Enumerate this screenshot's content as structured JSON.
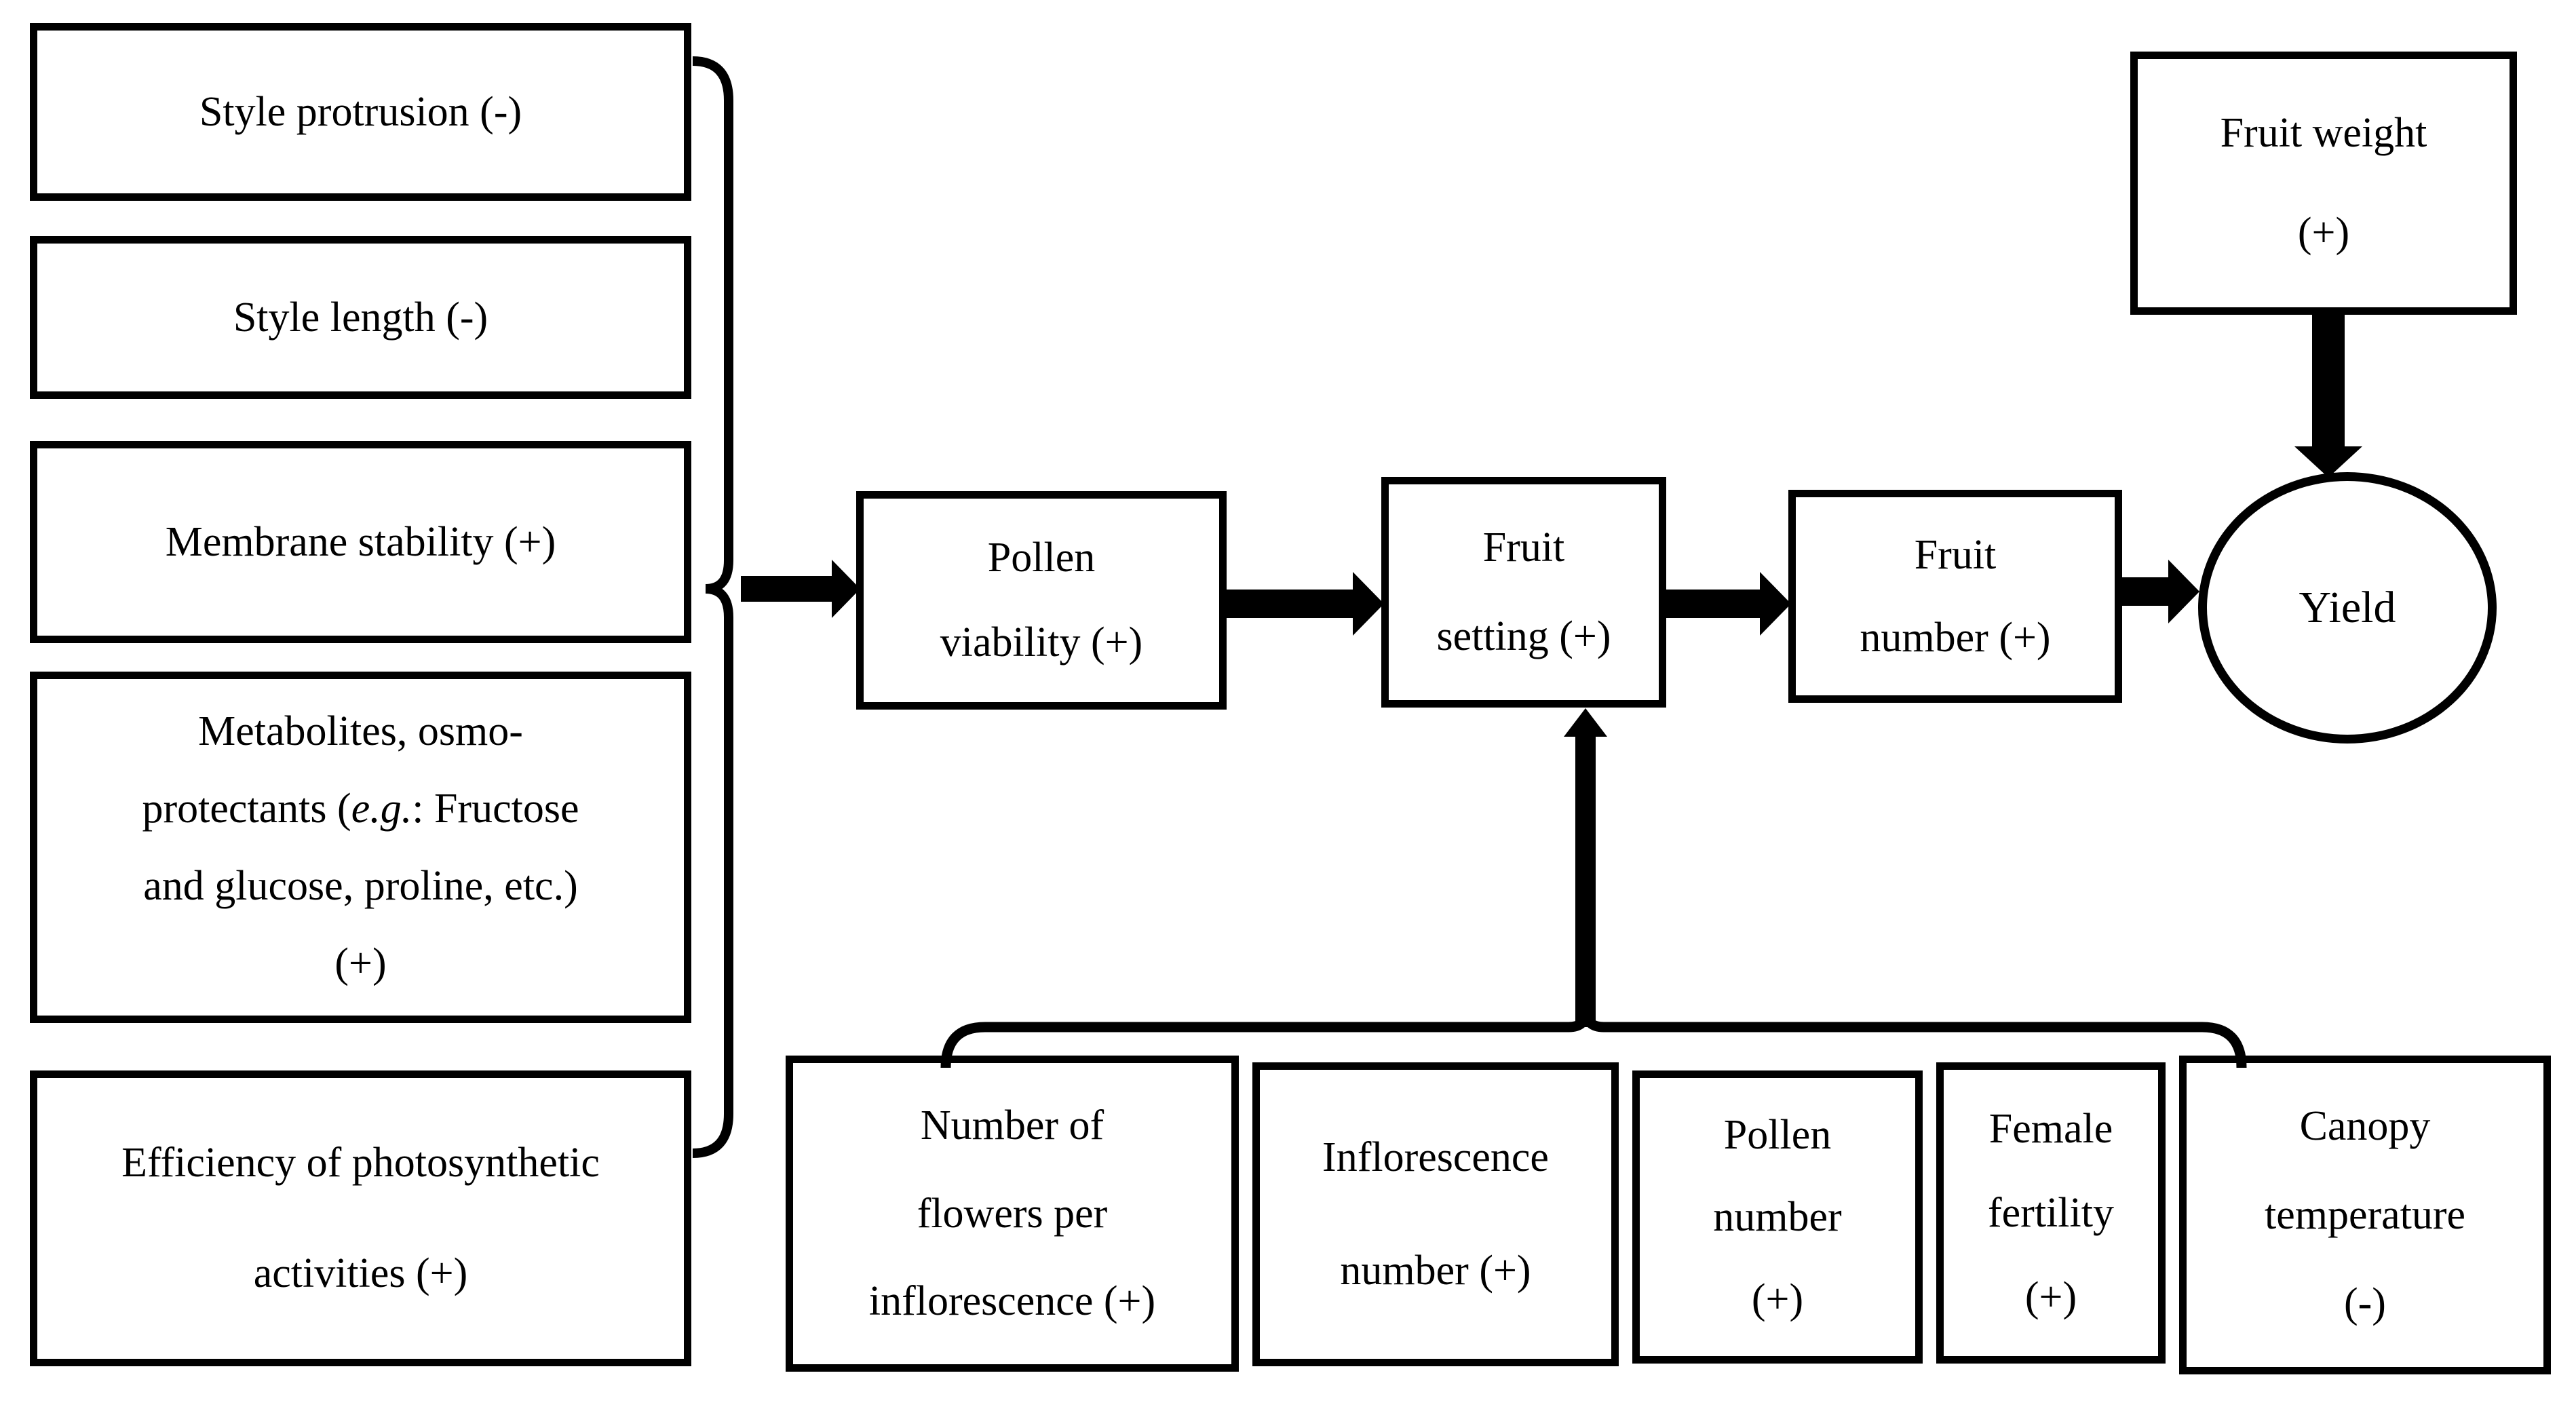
{
  "diagram": {
    "colors": {
      "ink": "#000000",
      "background": "#ffffff"
    },
    "nodes": {
      "style_protrusion": {
        "text": "Style protrusion (-)",
        "lines": [
          "Style protrusion (-)"
        ]
      },
      "style_length": {
        "text": "Style length (-)",
        "lines": [
          "Style length (-)"
        ]
      },
      "membrane_stability": {
        "text": "Membrane stability (+)",
        "lines": [
          "Membrane stability (+)"
        ]
      },
      "metabolites_osmoprotectants": {
        "text": "Metabolites, osmo-protectants (e.g.: Fructose and glucose, proline, etc.) (+)",
        "lines": [
          "Metabolites, osmo-",
          [
            {
              "text": "protectants ("
            },
            {
              "text": "e.g.",
              "italic": true
            },
            {
              "text": ": Fructose"
            }
          ],
          "and glucose, proline, etc.)",
          "(+)"
        ]
      },
      "photosynthetic_efficiency": {
        "text": "Efficiency of photosynthetic activities (+)",
        "lines": [
          "Efficiency of photosynthetic",
          "activities (+)"
        ]
      },
      "pollen_viability": {
        "text": "Pollen viability (+)",
        "lines": [
          "Pollen",
          "viability (+)"
        ]
      },
      "fruit_setting": {
        "text": "Fruit setting (+)",
        "lines": [
          "Fruit",
          "setting (+)"
        ]
      },
      "fruit_number": {
        "text": "Fruit number (+)",
        "lines": [
          "Fruit",
          "number (+)"
        ]
      },
      "fruit_weight": {
        "text": "Fruit weight (+)",
        "lines": [
          "Fruit weight",
          "(+)"
        ]
      },
      "yield": {
        "text": "Yield",
        "lines": [
          "Yield"
        ]
      },
      "flowers_per_inflorescence": {
        "text": "Number of flowers per inflorescence (+)",
        "lines": [
          "Number of",
          "flowers per",
          "inflorescence (+)"
        ]
      },
      "inflorescence_number": {
        "text": "Inflorescence number (+)",
        "lines": [
          "Inflorescence",
          "number (+)"
        ]
      },
      "pollen_number": {
        "text": "Pollen number (+)",
        "lines": [
          "Pollen",
          "number",
          "(+)"
        ]
      },
      "female_fertility": {
        "text": "Female fertility (+)",
        "lines": [
          "Female",
          "fertility",
          "(+)"
        ]
      },
      "canopy_temperature": {
        "text": "Canopy temperature (-)",
        "lines": [
          "Canopy",
          "temperature",
          "(-)"
        ]
      }
    },
    "edges": [
      {
        "from": [
          "style_protrusion",
          "style_length",
          "membrane_stability",
          "metabolites_osmoprotectants",
          "photosynthetic_efficiency"
        ],
        "to": "pollen_viability",
        "via": "brace"
      },
      {
        "from": "pollen_viability",
        "to": "fruit_setting",
        "via": "arrow"
      },
      {
        "from": "fruit_setting",
        "to": "fruit_number",
        "via": "arrow"
      },
      {
        "from": "fruit_number",
        "to": "yield",
        "via": "arrow"
      },
      {
        "from": "fruit_weight",
        "to": "yield",
        "via": "arrow"
      },
      {
        "from": [
          "flowers_per_inflorescence",
          "inflorescence_number",
          "pollen_number",
          "female_fertility",
          "canopy_temperature"
        ],
        "to": "fruit_setting",
        "via": "brace"
      }
    ]
  }
}
